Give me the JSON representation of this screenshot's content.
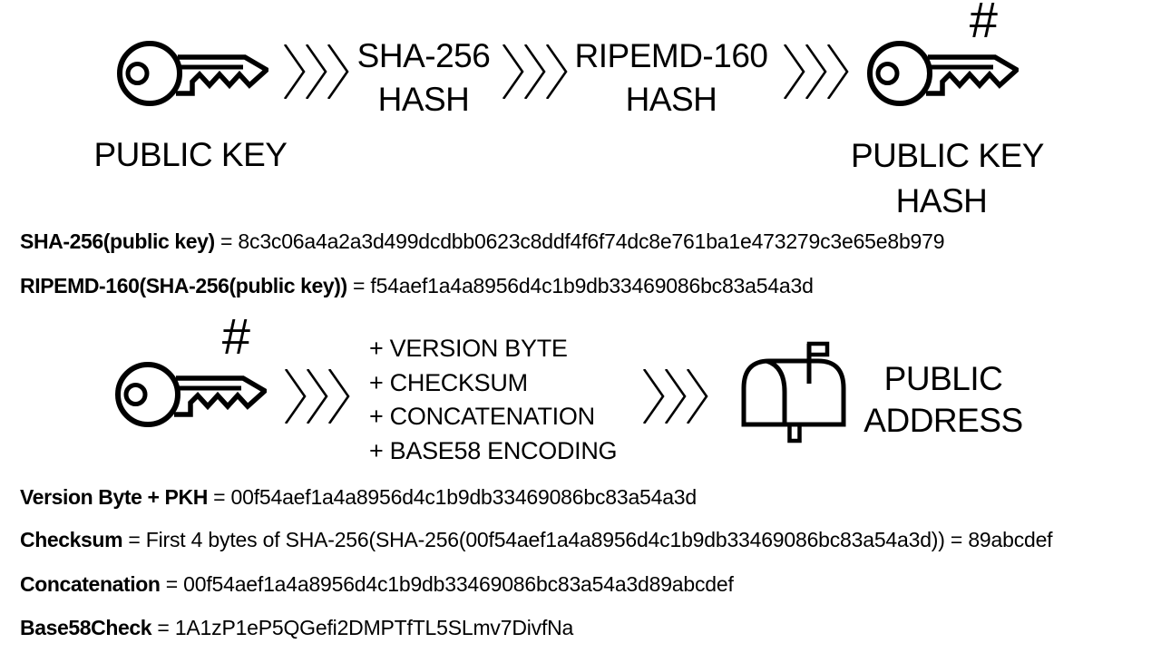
{
  "colors": {
    "ink": "#000000",
    "background": "#ffffff"
  },
  "flow1": {
    "input_icon": "key-icon",
    "input_label": "PUBLIC KEY",
    "arrow_icon": "triple-chevron-right-icon",
    "step1_line1": "SHA-256",
    "step1_line2": "HASH",
    "step2_line1": "RIPEMD-160",
    "step2_line2": "HASH",
    "output_icon": "key-icon",
    "output_hash_mark": "#",
    "output_label_line1": "PUBLIC KEY",
    "output_label_line2": "HASH"
  },
  "hash_results": [
    {
      "label": "SHA-256(public key)",
      "value": " = 8c3c06a4a2a3d499dcdbb0623c8ddf4f6f74dc8e761ba1e473279c3e65e8b979"
    },
    {
      "label": "RIPEMD-160(SHA-256(public key))",
      "value": " = f54aef1a4a8956d4c1b9db33469086bc83a54a3d"
    }
  ],
  "flow2": {
    "input_icon": "key-icon",
    "input_hash_mark": "#",
    "arrow_icon": "triple-chevron-right-icon",
    "operations": [
      "+ VERSION BYTE",
      "+ CHECKSUM",
      "+ CONCATENATION",
      "+ BASE58 ENCODING"
    ],
    "output_icon": "mailbox-icon",
    "output_label_line1": "PUBLIC",
    "output_label_line2": "ADDRESS"
  },
  "encoding_results": [
    {
      "label": "Version Byte + PKH",
      "value": " = 00f54aef1a4a8956d4c1b9db33469086bc83a54a3d"
    },
    {
      "label": "Checksum",
      "value": " = First 4 bytes of SHA-256(SHA-256(00f54aef1a4a8956d4c1b9db33469086bc83a54a3d)) = 89abcdef"
    },
    {
      "label": "Concatenation",
      "value": " = 00f54aef1a4a8956d4c1b9db33469086bc83a54a3d89abcdef"
    },
    {
      "label": "Base58Check",
      "value": " = 1A1zP1eP5QGefi2DMPTfTL5SLmv7DivfNa"
    }
  ]
}
